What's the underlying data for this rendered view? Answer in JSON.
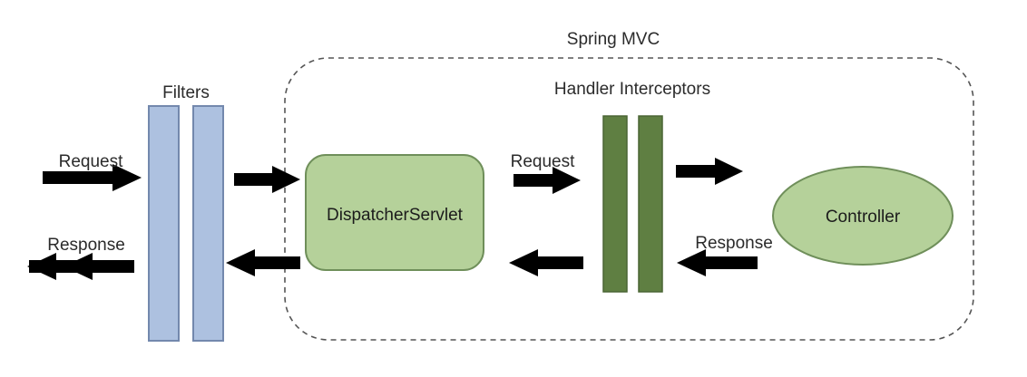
{
  "diagram": {
    "title": "Spring MVC request processing flow",
    "boundary": {
      "label": "Spring MVC",
      "style": "dashed-rounded-rect",
      "color": "#555555"
    },
    "groups": [
      {
        "id": "filters",
        "label": "Filters",
        "kind": "bar-pair",
        "color": "#adc1e0",
        "stroke": "#7388ad"
      },
      {
        "id": "handler-interceptors",
        "label": "Handler Interceptors",
        "kind": "bar-pair",
        "color": "#5f7f42",
        "stroke": "#3f5a2c"
      }
    ],
    "nodes": [
      {
        "id": "dispatcher-servlet",
        "label": "DispatcherServlet",
        "shape": "rounded-rect",
        "fill": "#b5d19a",
        "stroke": "#6f8f5a"
      },
      {
        "id": "controller",
        "label": "Controller",
        "shape": "ellipse",
        "fill": "#b5d19a",
        "stroke": "#6f8f5a"
      }
    ],
    "arrows": [
      {
        "id": "arrow-request-in",
        "label": "Request",
        "direction": "right",
        "color": "#000000"
      },
      {
        "id": "arrow-response-out",
        "label": "Response",
        "direction": "left",
        "color": "#000000"
      },
      {
        "id": "arrow-filters-to-dispatcher",
        "label": "",
        "direction": "right",
        "color": "#000000"
      },
      {
        "id": "arrow-dispatcher-to-filters",
        "label": "",
        "direction": "left",
        "color": "#000000"
      },
      {
        "id": "arrow-dispatcher-to-interceptors",
        "label": "Request",
        "direction": "right",
        "color": "#000000"
      },
      {
        "id": "arrow-interceptors-to-dispatcher",
        "label": "",
        "direction": "left",
        "color": "#000000"
      },
      {
        "id": "arrow-interceptors-to-controller",
        "label": "",
        "direction": "right",
        "color": "#000000"
      },
      {
        "id": "arrow-controller-to-interceptors",
        "label": "Response",
        "direction": "left",
        "color": "#000000"
      }
    ],
    "labels": {
      "spring_mvc": "Spring MVC",
      "filters": "Filters",
      "handler_interceptors": "Handler Interceptors",
      "dispatcher_servlet": "DispatcherServlet",
      "controller": "Controller",
      "request_left": "Request",
      "response_left": "Response",
      "request_mid": "Request",
      "response_right": "Response"
    }
  }
}
